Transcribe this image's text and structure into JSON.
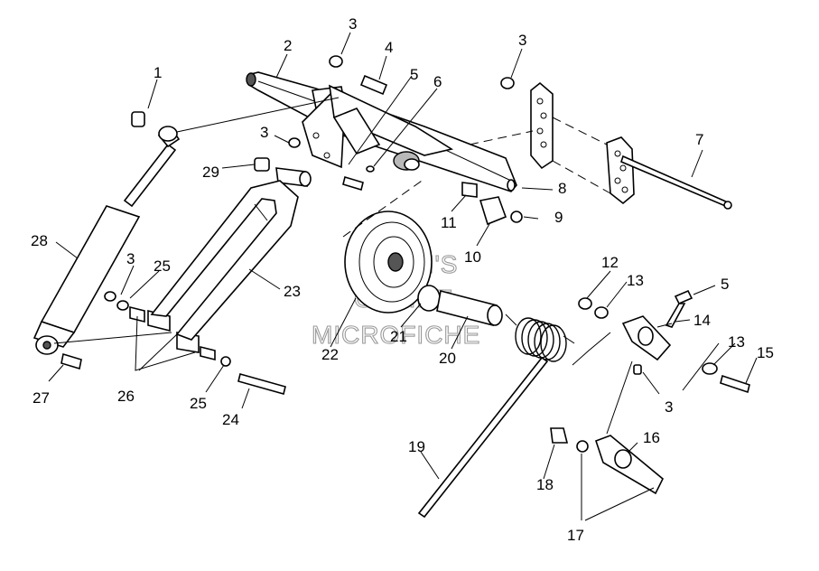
{
  "watermark": {
    "lines": [
      "HARM'S",
      "ONLINE",
      "MICROFICHE"
    ]
  },
  "callouts": [
    {
      "id": "c1",
      "text": "1"
    },
    {
      "id": "c2",
      "text": "2"
    },
    {
      "id": "c3a",
      "text": "3"
    },
    {
      "id": "c3b",
      "text": "3"
    },
    {
      "id": "c3c",
      "text": "3"
    },
    {
      "id": "c3d",
      "text": "3"
    },
    {
      "id": "c3e",
      "text": "3"
    },
    {
      "id": "c4",
      "text": "4"
    },
    {
      "id": "c5a",
      "text": "5"
    },
    {
      "id": "c5b",
      "text": "5"
    },
    {
      "id": "c6",
      "text": "6"
    },
    {
      "id": "c7",
      "text": "7"
    },
    {
      "id": "c8",
      "text": "8"
    },
    {
      "id": "c9",
      "text": "9"
    },
    {
      "id": "c10",
      "text": "10"
    },
    {
      "id": "c11",
      "text": "11"
    },
    {
      "id": "c12",
      "text": "12"
    },
    {
      "id": "c13a",
      "text": "13"
    },
    {
      "id": "c13b",
      "text": "13"
    },
    {
      "id": "c14",
      "text": "14"
    },
    {
      "id": "c15",
      "text": "15"
    },
    {
      "id": "c16",
      "text": "16"
    },
    {
      "id": "c17",
      "text": "17"
    },
    {
      "id": "c18",
      "text": "18"
    },
    {
      "id": "c19",
      "text": "19"
    },
    {
      "id": "c20",
      "text": "20"
    },
    {
      "id": "c21",
      "text": "21"
    },
    {
      "id": "c22",
      "text": "22"
    },
    {
      "id": "c23",
      "text": "23"
    },
    {
      "id": "c24",
      "text": "24"
    },
    {
      "id": "c25a",
      "text": "25"
    },
    {
      "id": "c25b",
      "text": "25"
    },
    {
      "id": "c26",
      "text": "26"
    },
    {
      "id": "c27",
      "text": "27"
    },
    {
      "id": "c28",
      "text": "28"
    },
    {
      "id": "c29",
      "text": "29"
    }
  ]
}
